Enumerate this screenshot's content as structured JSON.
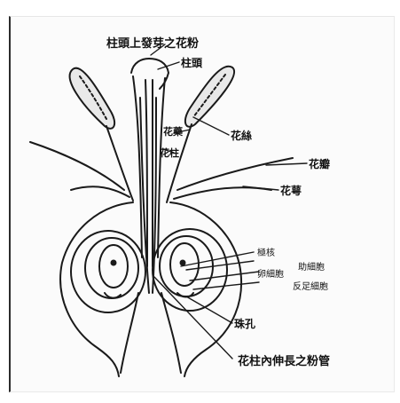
{
  "labels": {
    "pollen_on_stigma": "柱頭上發芽之花粉",
    "stigma": "柱頭",
    "anther": "花藥",
    "filament": "花絲",
    "style": "花柱",
    "petal": "花瓣",
    "sepal": "花萼",
    "polar_nuclei": "極核",
    "egg_cell": "卵細胞",
    "antipodal": "反足細胞",
    "synergid": "助細胞",
    "micropyle": "珠孔",
    "pollen_tube": "花柱內伸長之粉管"
  },
  "colors": {
    "ink": "#1a1a1a",
    "paper": "#fbfbfb"
  }
}
